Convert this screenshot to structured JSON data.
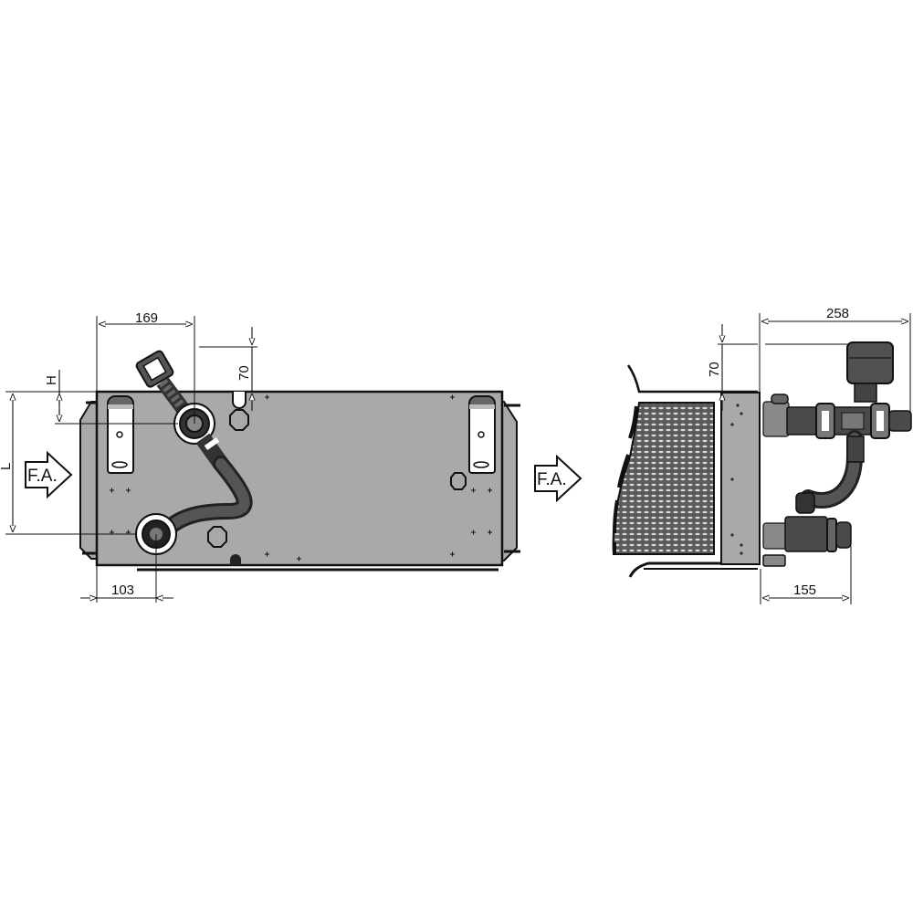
{
  "drawing": {
    "type": "technical-dimension-drawing",
    "subject": "fan coil / heater unit with valve and flexible hose connection kit",
    "colors": {
      "body": "#a9a9a9",
      "line": "#111111",
      "pipe": "#4a4a4a",
      "background": "#ffffff"
    }
  },
  "front_view": {
    "airflow_label": "F.A.",
    "dimensions": {
      "width_to_upper_connection": "169",
      "upper_offset_vertical": "70",
      "height_offset_label": "H",
      "length_label": "L",
      "width_to_lower_connection": "103"
    }
  },
  "side_view": {
    "airflow_label": "F.A.",
    "dimensions": {
      "overall_depth": "258",
      "upper_offset_vertical": "70",
      "lower_connection_depth": "155"
    }
  }
}
